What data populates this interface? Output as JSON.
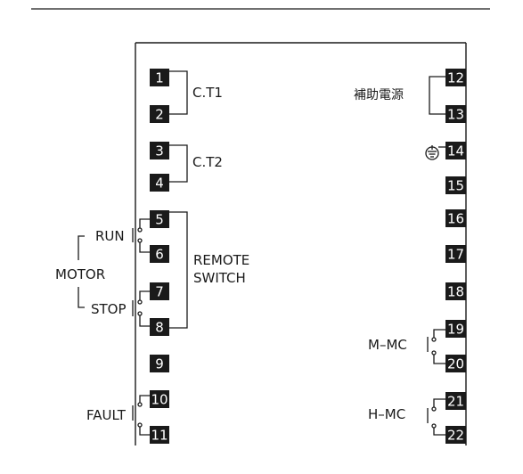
{
  "terminals_left": [
    "1",
    "2",
    "3",
    "4",
    "5",
    "6",
    "7",
    "8",
    "9",
    "10",
    "11"
  ],
  "terminals_right": [
    "12",
    "13",
    "14",
    "15",
    "16",
    "17",
    "18",
    "19",
    "20",
    "21",
    "22"
  ],
  "labels": {
    "ct1": "C.T1",
    "ct2": "C.T2",
    "aux_power": "補助電源",
    "run": "RUN",
    "stop": "STOP",
    "motor": "MOTOR",
    "remote_line1": "REMOTE",
    "remote_line2": "SWITCH",
    "fault": "FAULT",
    "m_mc": "M–MC",
    "h_mc": "H–MC"
  },
  "colors": {
    "terminal_fill": "#1a1a1a",
    "line": "#1a1a1a",
    "text": "#1a1a1a",
    "background": "#ffffff"
  },
  "icons": {
    "ground": "earth-ground-icon",
    "contact": "no-contact-icon"
  }
}
